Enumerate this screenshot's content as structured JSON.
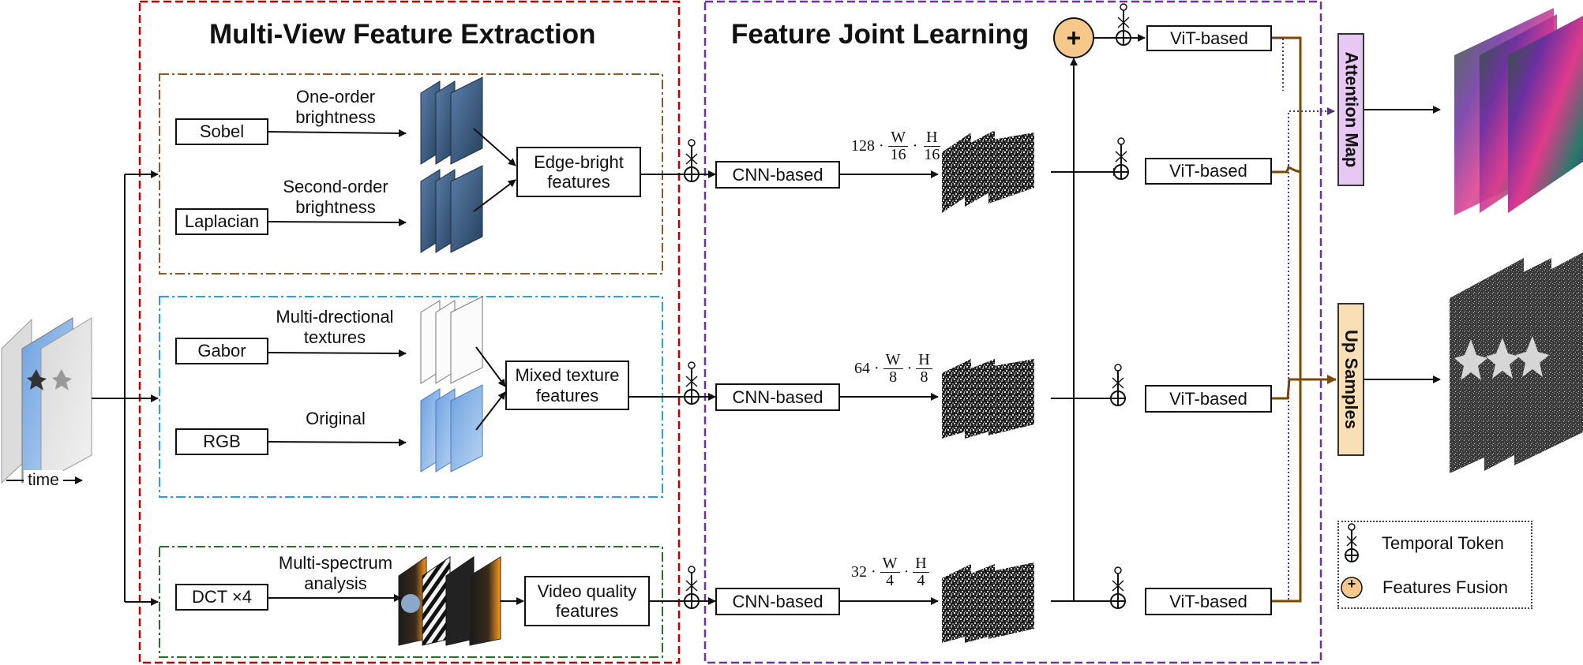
{
  "colors": {
    "extraction_border": "#c00000",
    "joint_border": "#7030a0",
    "edge_group": "#8b5a2b",
    "texture_group": "#2e9fd8",
    "spectrum_group": "#2e6b2e",
    "fusion_fill": "#f6c98b",
    "attention_fill": "#e7c8f3",
    "upsample_fill": "#f9dfb5",
    "output_line": "#7b4a00",
    "dotted_line": "#5b2a86"
  },
  "sections": {
    "extraction_title": "Multi-View Feature Extraction",
    "joint_title": "Feature Joint Learning"
  },
  "input": {
    "time_label": "time"
  },
  "edge_group": {
    "sobel": "Sobel",
    "sobel_caption": "One-order\nbrightness",
    "laplacian": "Laplacian",
    "laplacian_caption": "Second-order\nbrightness",
    "output": "Edge-bright\nfeatures"
  },
  "texture_group": {
    "gabor": "Gabor",
    "gabor_caption": "Multi-drectional\ntextures",
    "rgb": "RGB",
    "rgb_caption": "Original",
    "output": "Mixed texture\nfeatures"
  },
  "spectrum_group": {
    "dct": "DCT ×4",
    "dct_caption": "Multi-spectrum\nanalysis",
    "output": "Video quality\nfeatures"
  },
  "cnn": {
    "label": "CNN-based"
  },
  "vit": {
    "label": "ViT-based"
  },
  "dims": {
    "row1": {
      "ch": "128",
      "wn": "W",
      "wd": "16",
      "hn": "H",
      "hd": "16"
    },
    "row2": {
      "ch": "64",
      "wn": "W",
      "wd": "8",
      "hn": "H",
      "hd": "8"
    },
    "row3": {
      "ch": "32",
      "wn": "W",
      "wd": "4",
      "hn": "H",
      "hd": "4"
    }
  },
  "outputs": {
    "attention": "Attention Map",
    "upsample": "Up Samples"
  },
  "legend": {
    "temporal": "Temporal Token",
    "fusion": "Features Fusion"
  },
  "symbols": {
    "plus": "+",
    "dot": "·"
  }
}
